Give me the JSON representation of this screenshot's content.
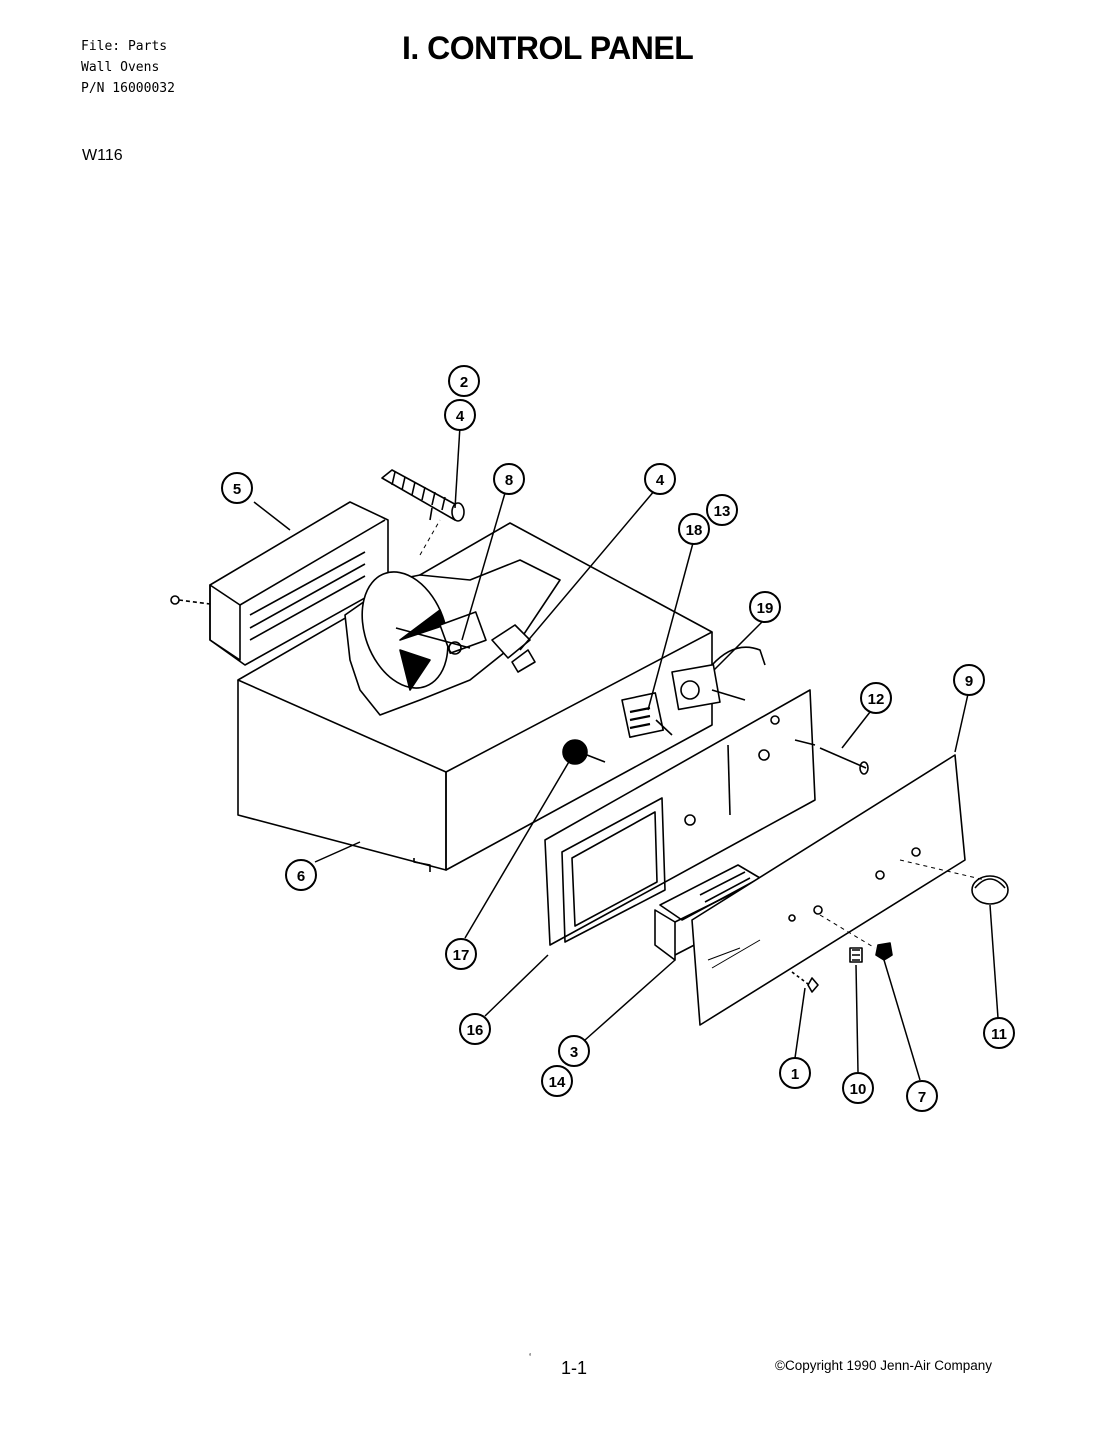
{
  "header": {
    "file_line": "File: Parts",
    "product_line": "Wall Ovens",
    "part_number_line": "P/N 16000032",
    "model": "W116"
  },
  "title": "I.  CONTROL PANEL",
  "footer": {
    "page_number": "1-1",
    "copyright": "©Copyright 1990 Jenn-Air Company"
  },
  "callouts": [
    {
      "id": "callout-2",
      "label": "2"
    },
    {
      "id": "callout-4-top",
      "label": "4"
    },
    {
      "id": "callout-5",
      "label": "5"
    },
    {
      "id": "callout-8",
      "label": "8"
    },
    {
      "id": "callout-4-right",
      "label": "4"
    },
    {
      "id": "callout-13",
      "label": "13"
    },
    {
      "id": "callout-18",
      "label": "18"
    },
    {
      "id": "callout-19",
      "label": "19"
    },
    {
      "id": "callout-12",
      "label": "12"
    },
    {
      "id": "callout-9",
      "label": "9"
    },
    {
      "id": "callout-6",
      "label": "6"
    },
    {
      "id": "callout-17",
      "label": "17"
    },
    {
      "id": "callout-16",
      "label": "16"
    },
    {
      "id": "callout-3",
      "label": "3"
    },
    {
      "id": "callout-14",
      "label": "14"
    },
    {
      "id": "callout-1",
      "label": "1"
    },
    {
      "id": "callout-10",
      "label": "10"
    },
    {
      "id": "callout-7",
      "label": "7"
    },
    {
      "id": "callout-11",
      "label": "11"
    }
  ]
}
